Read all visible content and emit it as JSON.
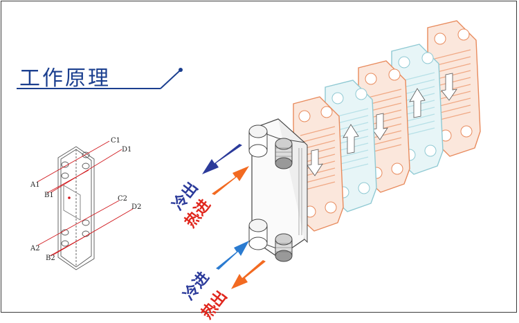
{
  "title": "工作原理",
  "colors": {
    "title": "#1b3f8f",
    "cold": "#2b3a9a",
    "hot": "#f26a21",
    "plate_hot": "#f0a884",
    "plate_cold": "#9fd3dc",
    "sketch_line": "#d0161b"
  },
  "schematic_labels": [
    "C1",
    "D1",
    "A1",
    "B1",
    "C2",
    "D2",
    "A2",
    "B2"
  ],
  "flow_labels": {
    "cold_out": "冷出",
    "hot_in": "热进",
    "cold_in": "冷进",
    "hot_out": "热出"
  }
}
